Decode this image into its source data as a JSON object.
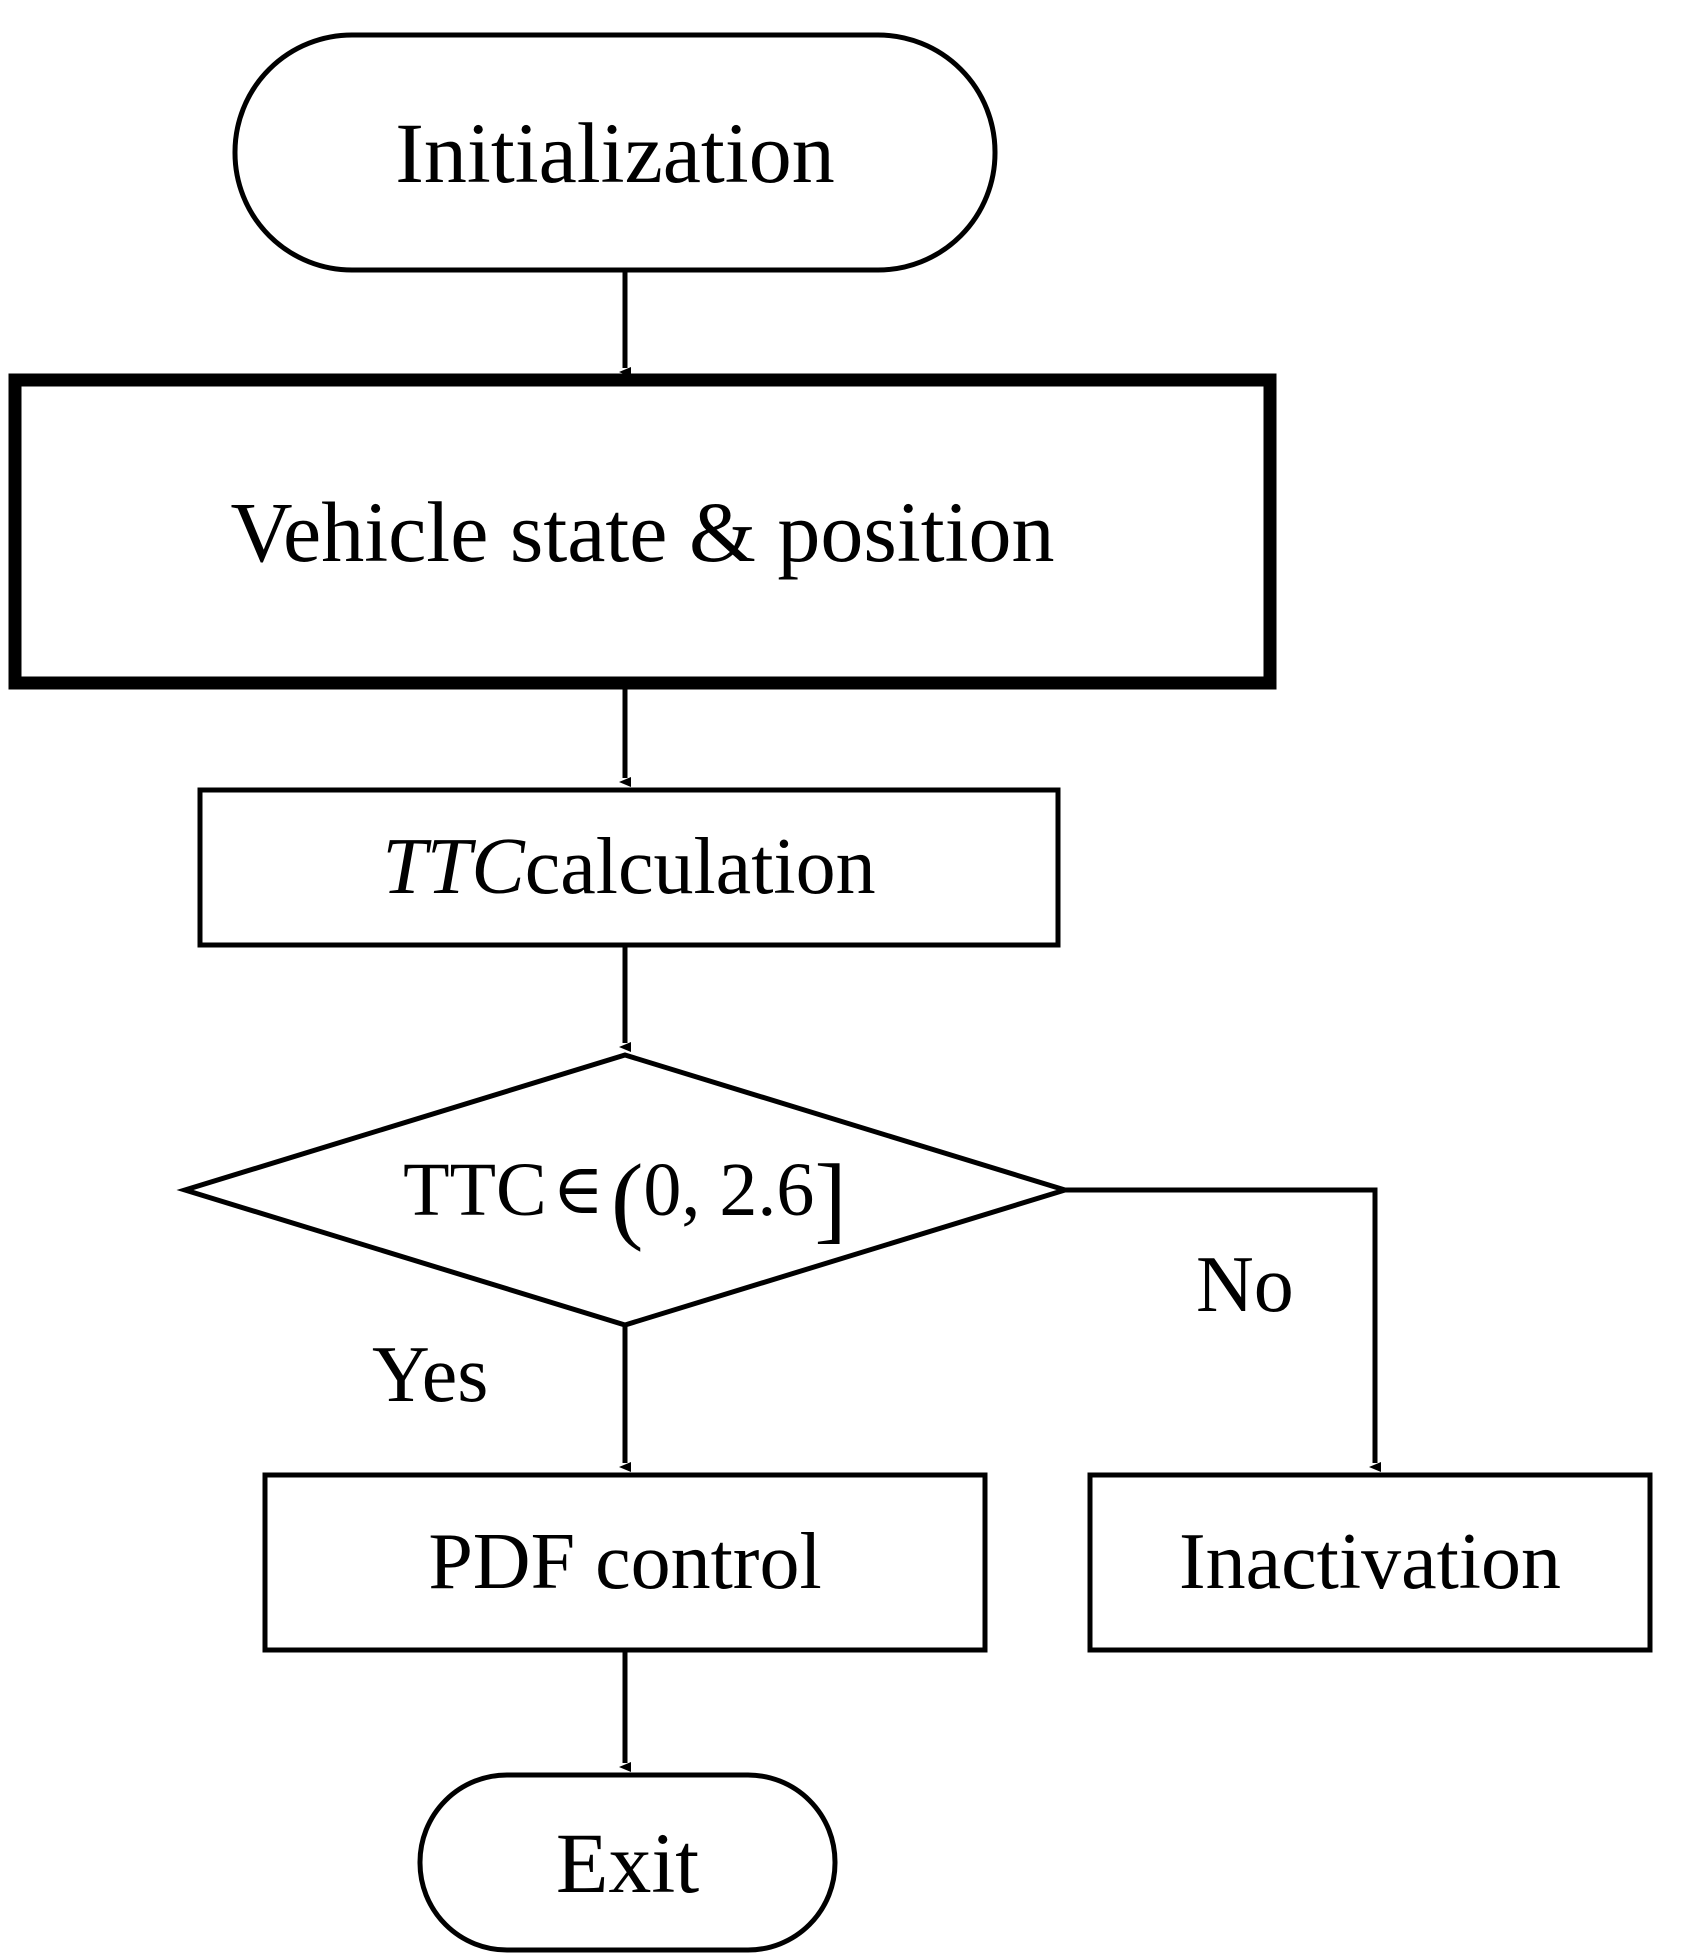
{
  "diagram": {
    "title": "TTC-based PDF control flowchart",
    "type": "flowchart",
    "background_color": "#ffffff",
    "line_color": "#000000",
    "text_color": "#000000",
    "nodes": [
      {
        "id": "init",
        "shape": "stadium",
        "label": "Initialization",
        "border": "thin"
      },
      {
        "id": "vehicle",
        "shape": "rectangle",
        "label": "Vehicle state & position",
        "border": "thick"
      },
      {
        "id": "ttc",
        "shape": "rectangle",
        "label_italic": "TTC",
        "label_rest": " calculation",
        "label": "TTC calculation",
        "border": "thin"
      },
      {
        "id": "decision",
        "shape": "diamond",
        "label": "TTC ∈ (0, 2.6]",
        "label_var": "TTC",
        "label_op": "∈",
        "label_open": "(",
        "label_range": "0, 2.6",
        "label_close": "]",
        "border": "thin"
      },
      {
        "id": "pdf",
        "shape": "rectangle",
        "label": "PDF control",
        "border": "thin"
      },
      {
        "id": "inact",
        "shape": "rectangle",
        "label": "Inactivation",
        "border": "thin"
      },
      {
        "id": "exit",
        "shape": "stadium",
        "label": "Exit",
        "border": "thin"
      }
    ],
    "edges": [
      {
        "from": "init",
        "to": "vehicle",
        "label": ""
      },
      {
        "from": "vehicle",
        "to": "ttc",
        "label": ""
      },
      {
        "from": "ttc",
        "to": "decision",
        "label": ""
      },
      {
        "from": "decision",
        "to": "pdf",
        "label": "Yes"
      },
      {
        "from": "decision",
        "to": "inact",
        "label": "No"
      },
      {
        "from": "pdf",
        "to": "exit",
        "label": ""
      }
    ],
    "edge_labels": {
      "yes": "Yes",
      "no": "No"
    }
  }
}
